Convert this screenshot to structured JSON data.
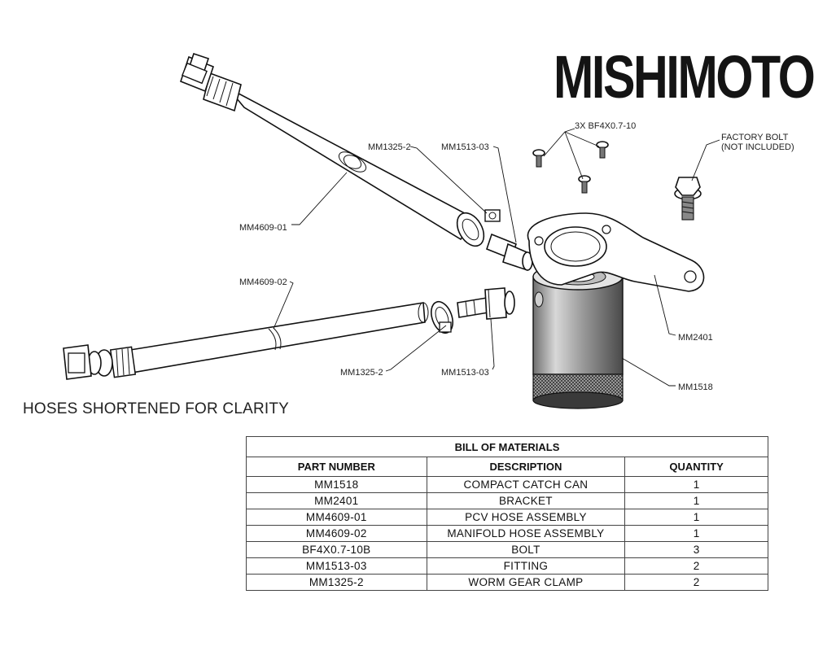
{
  "brand": {
    "logo_text": "MISHIMOTO"
  },
  "note": "HOSES SHORTENED FOR CLARITY",
  "callouts": {
    "bolts": "3X BF4X0.7-10",
    "factory_bolt_line1": "FACTORY BOLT",
    "factory_bolt_line2": "(NOT INCLUDED)",
    "clamp_top": "MM1325-2",
    "fitting_top": "MM1513-03",
    "pcv_hose": "MM4609-01",
    "manifold_hose": "MM4609-02",
    "bracket": "MM2401",
    "catch_can": "MM1518",
    "clamp_bottom": "MM1325-2",
    "fitting_bottom": "MM1513-03"
  },
  "bom": {
    "title": "BILL OF MATERIALS",
    "headers": [
      "PART NUMBER",
      "DESCRIPTION",
      "QUANTITY"
    ],
    "rows": [
      [
        "MM1518",
        "COMPACT CATCH CAN",
        "1"
      ],
      [
        "MM2401",
        "BRACKET",
        "1"
      ],
      [
        "MM4609-01",
        "PCV HOSE ASSEMBLY",
        "1"
      ],
      [
        "MM4609-02",
        "MANIFOLD HOSE ASSEMBLY",
        "1"
      ],
      [
        "BF4X0.7-10B",
        "BOLT",
        "3"
      ],
      [
        "MM1513-03",
        "FITTING",
        "2"
      ],
      [
        "MM1325-2",
        "WORM GEAR CLAMP",
        "2"
      ]
    ]
  },
  "colors": {
    "line": "#111111",
    "background": "#ffffff",
    "metal": "#8a8a8a"
  }
}
